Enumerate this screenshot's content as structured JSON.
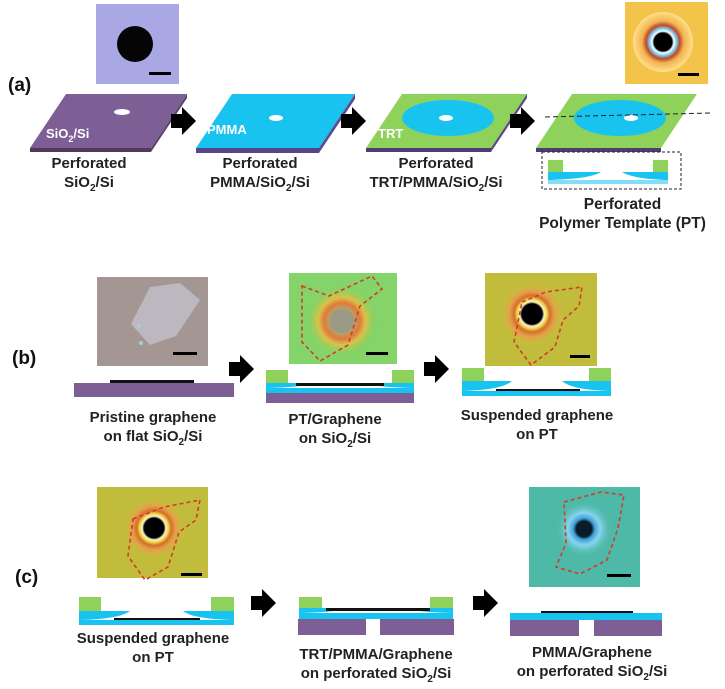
{
  "panels": {
    "a": "(a)",
    "b": "(b)",
    "c": "(c)"
  },
  "a": {
    "layer1": "SiO",
    "layer1_sub": "2",
    "layer1_tail": "/Si",
    "layer2": "PMMA",
    "layer3": "TRT",
    "cap1_l1": "Perforated",
    "cap1_l2a": "SiO",
    "cap1_l2b": "2",
    "cap1_l2c": "/Si",
    "cap2_l1": "Perforated",
    "cap2_l2a": "PMMA/SiO",
    "cap2_l2b": "2",
    "cap2_l2c": "/Si",
    "cap3_l1": "Perforated",
    "cap3_l2a": "TRT/PMMA/SiO",
    "cap3_l2b": "2",
    "cap3_l2c": "/Si",
    "cap4_l1": "Perforated",
    "cap4_l2": "Polymer Template  (PT)"
  },
  "b": {
    "cap1_l1": "Pristine graphene",
    "cap1_l2a": "on flat SiO",
    "cap1_l2b": "2",
    "cap1_l2c": "/Si",
    "cap2_l1": "PT/Graphene",
    "cap2_l2a": "on SiO",
    "cap2_l2b": "2",
    "cap2_l2c": "/Si",
    "cap3_l1": "Suspended graphene",
    "cap3_l2": "on PT"
  },
  "c": {
    "cap1_l1": "Suspended graphene",
    "cap1_l2": "on PT",
    "cap2_l1": "TRT/PMMA/Graphene",
    "cap2_l2a": "on perforated SiO",
    "cap2_l2b": "2",
    "cap2_l2c": "/Si",
    "cap3_l1": "PMMA/Graphene",
    "cap3_l2a": "on perforated SiO",
    "cap3_l2b": "2",
    "cap3_l2c": "/Si"
  },
  "colors": {
    "sio2": "#7d5f96",
    "pmma": "#19c3f0",
    "trt": "#8fd25b",
    "graphene": "#111111",
    "outline_red": "#d23c2c"
  }
}
